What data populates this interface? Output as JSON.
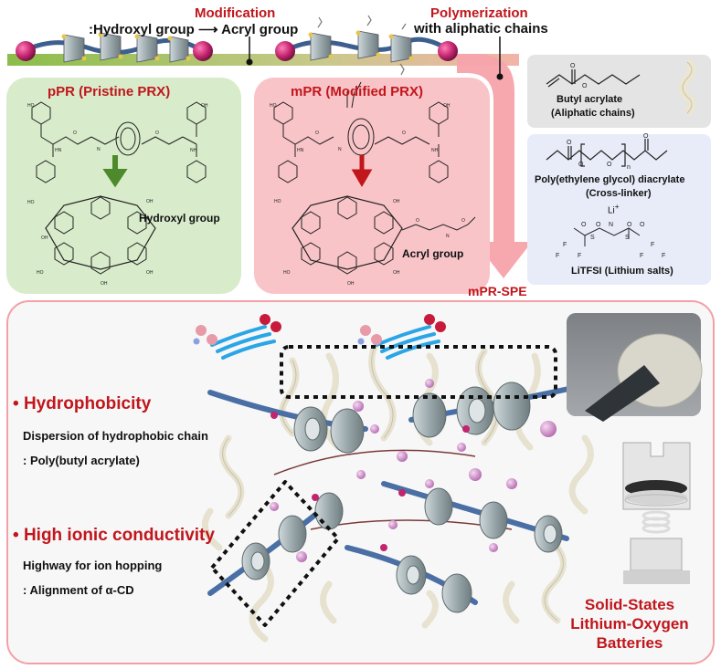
{
  "top": {
    "modification_title": "Modification",
    "modification_text": ":Hydroxyl group ⟶ Acryl group",
    "polymerization_title": "Polymerization",
    "polymerization_text": "with aliphatic chains"
  },
  "ppr": {
    "title": "pPR  (Pristine PRX)",
    "hydroxyl_label": "Hydroxyl group"
  },
  "mpr": {
    "title": "mPR  (Modified PRX)",
    "acryl_label": "Acryl group"
  },
  "reagents": {
    "butyl_acrylate": "Butyl acrylate",
    "aliphatic_chains": "(Aliphatic chains)",
    "peg_diacrylate": "Poly(ethylene glycol) diacrylate",
    "cross_linker": "(Cross-linker)",
    "li_label": "Li",
    "litfsi": "LiTFSI (Lithium salts)"
  },
  "spe": {
    "label": "mPR-SPE",
    "hydrophobicity_title": "Hydrophobicity",
    "hydrophobicity_desc1": "Dispersion of hydrophobic chain",
    "hydrophobicity_desc2": ": Poly(butyl acrylate)",
    "conductivity_title": "High ionic conductivity",
    "conductivity_desc1": "Highway for ion hopping",
    "conductivity_desc2": ": Alignment of α-CD",
    "battery_line1": "Solid-States",
    "battery_line2": "Lithium-Oxygen",
    "battery_line3": "Batteries"
  },
  "colors": {
    "accent_red": "#c0161c",
    "ppr_panel": "#d8eccb",
    "mpr_panel": "#f9c4c8",
    "reagent_gray": "#e4e4e4",
    "reagent_blue": "#e8ecf8",
    "arrow_pink": "#f7a3ab",
    "green_arrow": "#4e8a2c",
    "cd_gray": "#9aa8ac",
    "axle_blue": "#4a6fa5",
    "bead_magenta": "#c2246e"
  }
}
